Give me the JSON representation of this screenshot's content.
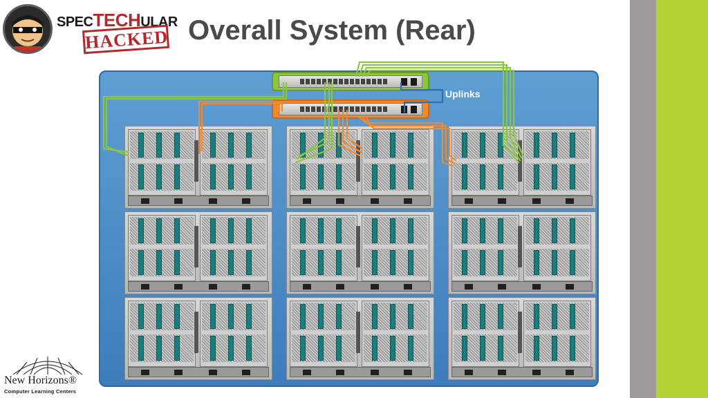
{
  "logo": {
    "brand_prefix": "SPEC",
    "brand_mid": "TECH",
    "brand_suffix": "ULAR",
    "stamp": "HACKED"
  },
  "slide": {
    "title": "Overall System (Rear)",
    "callout": "Uplinks"
  },
  "footer_logo": {
    "name": "New Horizons®",
    "tagline": "Computer Learning Centers"
  },
  "colors": {
    "panel_blue": "#4a8ac8",
    "cable_green": "#8cc63f",
    "cable_orange": "#f0892f",
    "accent_green": "#b2d235",
    "accent_gray": "#a09a9a",
    "title_gray": "#4a4a4a"
  }
}
